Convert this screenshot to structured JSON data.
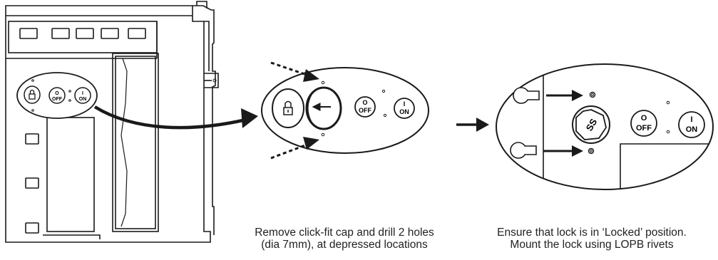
{
  "diagram": {
    "panel1": {
      "label_off": "OFF",
      "label_on": "ON",
      "label_0": "O",
      "label_1": "I"
    },
    "panel2": {
      "label_off": "OFF",
      "label_on": "ON",
      "label_0": "O",
      "label_1": "I"
    },
    "panel3": {
      "lock_face_text": "SS",
      "label_off": "OFF",
      "label_on": "ON",
      "label_0": "O",
      "label_1": "I"
    },
    "captions": {
      "step2_line1": "Remove click-fit cap and drill 2 holes",
      "step2_line2": "(dia 7mm), at depressed locations",
      "step3_line1": "Ensure that lock is in ‘Locked’ position.",
      "step3_line2": "Mount the lock using LOPB rivets"
    },
    "colors": {
      "stroke": "#1a1a1a",
      "background": "#ffffff"
    }
  }
}
